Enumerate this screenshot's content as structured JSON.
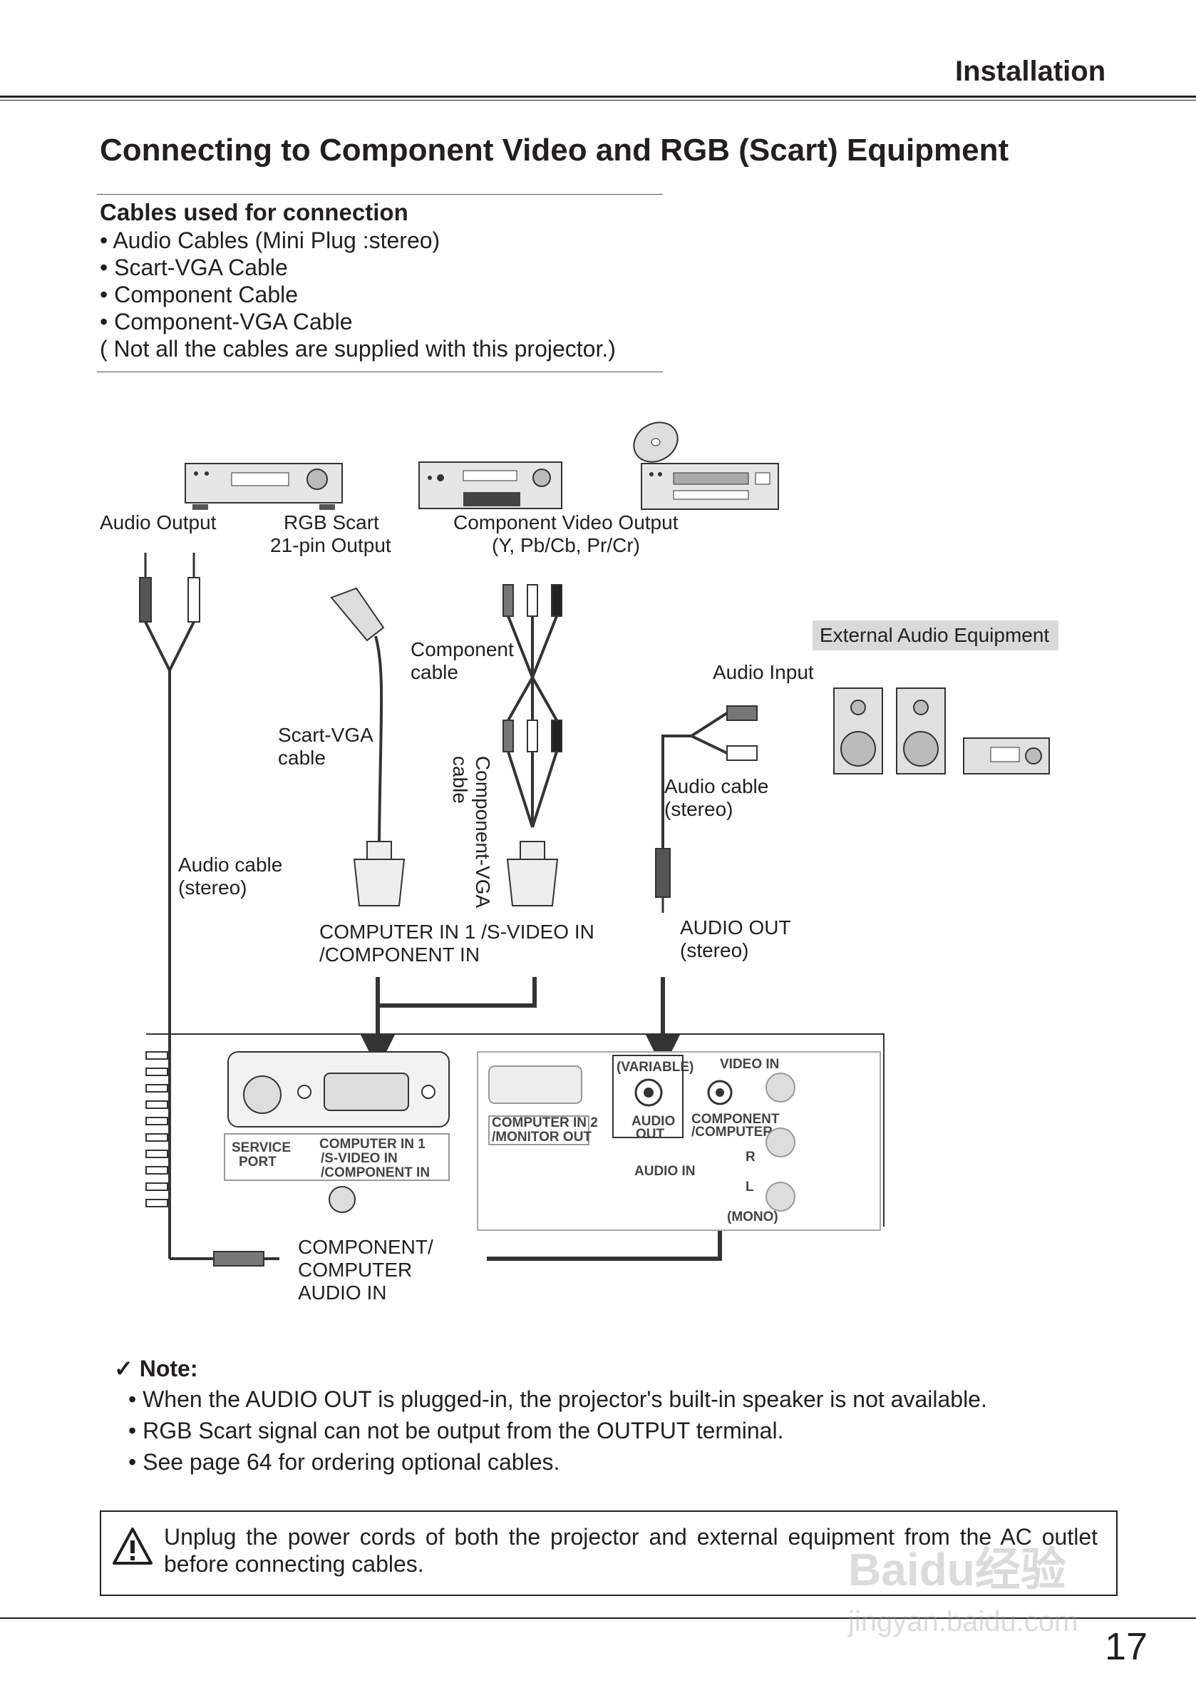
{
  "header": {
    "section": "Installation"
  },
  "title": "Connecting to Component Video and RGB (Scart) Equipment",
  "cables": {
    "heading": "Cables used for connection",
    "items": [
      "• Audio Cables (Mini Plug :stereo)",
      "• Scart-VGA Cable",
      "• Component Cable",
      "• Component-VGA Cable",
      "( Not all the cables are supplied with this projector.)"
    ]
  },
  "diagram": {
    "audio_output": "Audio Output",
    "rgb_scart_1": "RGB Scart",
    "rgb_scart_2": "21-pin Output",
    "component_out_1": "Component Video Output",
    "component_out_2": "(Y, Pb/Cb, Pr/Cr)",
    "external_audio": "External Audio Equipment",
    "audio_input": "Audio Input",
    "component_cable_1": "Component",
    "component_cable_2": "cable",
    "scart_vga_1": "Scart-VGA",
    "scart_vga_2": "cable",
    "component_vga_1": "Component-VGA",
    "component_vga_2": "cable",
    "audio_cable_right_1": "Audio cable",
    "audio_cable_right_2": "(stereo)",
    "audio_cable_left_1": "Audio cable",
    "audio_cable_left_2": "(stereo)",
    "computer_in_1": "COMPUTER IN 1 /S-VIDEO IN",
    "computer_in_2": "/COMPONENT IN",
    "audio_out_1": "AUDIO OUT",
    "audio_out_2": "(stereo)",
    "comp_audio_1": "COMPONENT/",
    "comp_audio_2": "COMPUTER",
    "comp_audio_3": "AUDIO IN",
    "panel": {
      "service_1": "SERVICE",
      "service_2": "PORT",
      "ci1_1": "COMPUTER IN 1",
      "ci1_2": "/S-VIDEO IN",
      "ci1_3": "/COMPONENT IN",
      "ci2_1": "COMPUTER IN 2",
      "ci2_2": "/MONITOR OUT",
      "variable": "(VARIABLE)",
      "audio_out_1": "AUDIO",
      "audio_out_2": "OUT",
      "video_in": "VIDEO IN",
      "comp_1": "COMPONENT",
      "comp_2": "/COMPUTER",
      "audio_in": "AUDIO IN",
      "r": "R",
      "l": "L",
      "mono": "(MONO)"
    }
  },
  "note": {
    "heading": "Note:",
    "check": "✓",
    "items": [
      "• When the AUDIO OUT is plugged-in, the projector's built-in speaker is not available.",
      "•  RGB Scart signal can not be output from the OUTPUT terminal.",
      "• See page 64 for ordering optional cables."
    ]
  },
  "warning": "Unplug the power cords of both the projector and external equipment from the AC outlet before connecting cables.",
  "page_number": "17",
  "watermark": {
    "text": "Baidu经验",
    "url": "jingyan.baidu.com"
  }
}
